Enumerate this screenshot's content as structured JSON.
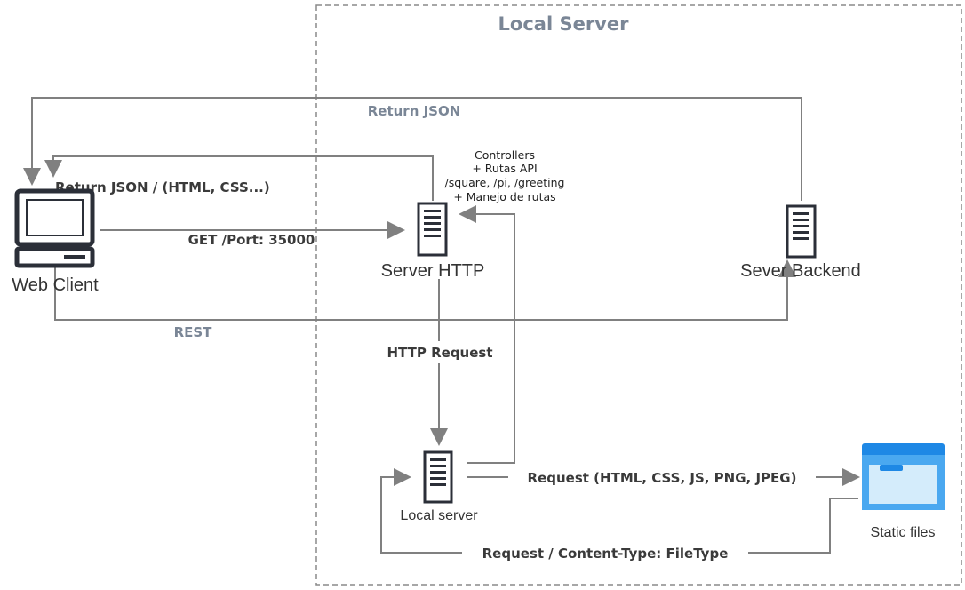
{
  "diagram": {
    "container_title": "Local Server",
    "nodes": {
      "web_client": "Web Client",
      "server_http": "Server HTTP",
      "server_backend": "Sever Backend",
      "local_server": "Local server",
      "static_files": "Static files"
    },
    "controllers_note": [
      "Controllers",
      "+ Rutas API",
      "/square, /pi, /greeting",
      "+ Manejo de rutas"
    ],
    "edges": {
      "return_json": "Return JSON",
      "return_json_html": "Return JSON / (HTML, CSS...)",
      "get_port": "GET /Port: 35000",
      "rest": "REST",
      "http_request": "HTTP Request",
      "request_files": "Request (HTML, CSS, JS, PNG, JPEG)",
      "request_content_type": "Request / Content-Type: FileType"
    },
    "colors": {
      "arrow": "#808080",
      "container_border": "#8a8a8a",
      "title": "#7a8696",
      "icon_dark": "#2b2f38",
      "folder_blue": "#1e88e5",
      "folder_light": "#b3def7"
    },
    "icons": {
      "web_client": "desktop-computer-icon",
      "servers": "server-tower-icon",
      "static_files": "folder-icon"
    }
  }
}
